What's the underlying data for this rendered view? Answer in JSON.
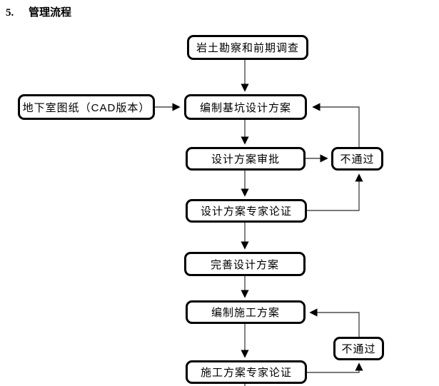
{
  "page": {
    "heading_number": "5.",
    "heading_text": "管理流程"
  },
  "flowchart": {
    "colors": {
      "box_border": "#000000",
      "box_fill": "#ffffff",
      "connector_line": "#4d4d4d",
      "arrowhead": "#000000",
      "text": "#000000",
      "background": "#ffffff"
    },
    "nodes": [
      {
        "id": "geotech-survey",
        "label": "岩土勘察和前期调查"
      },
      {
        "id": "basement-cad-drawing",
        "label": "地下室图纸（CAD版本）"
      },
      {
        "id": "pit-design-plan",
        "label": "编制基坑设计方案"
      },
      {
        "id": "design-approval",
        "label": "设计方案审批"
      },
      {
        "id": "not-passed-1",
        "label": "不通过"
      },
      {
        "id": "design-expert-review",
        "label": "设计方案专家论证"
      },
      {
        "id": "improve-design-plan",
        "label": "完善设计方案"
      },
      {
        "id": "construction-plan",
        "label": "编制施工方案"
      },
      {
        "id": "not-passed-2",
        "label": "不通过"
      },
      {
        "id": "construction-expert-review",
        "label": "施工方案专家论证"
      }
    ],
    "edges": [
      {
        "from": "geotech-survey",
        "to": "pit-design-plan"
      },
      {
        "from": "basement-cad-drawing",
        "to": "pit-design-plan"
      },
      {
        "from": "pit-design-plan",
        "to": "design-approval"
      },
      {
        "from": "design-approval",
        "to": "not-passed-1"
      },
      {
        "from": "not-passed-1",
        "to": "pit-design-plan"
      },
      {
        "from": "design-approval",
        "to": "design-expert-review"
      },
      {
        "from": "design-expert-review",
        "to": "not-passed-1"
      },
      {
        "from": "design-expert-review",
        "to": "improve-design-plan"
      },
      {
        "from": "improve-design-plan",
        "to": "construction-plan"
      },
      {
        "from": "construction-plan",
        "to": "construction-expert-review"
      },
      {
        "from": "construction-expert-review",
        "to": "not-passed-2"
      },
      {
        "from": "not-passed-2",
        "to": "construction-plan"
      },
      {
        "from": "construction-expert-review",
        "to": "continues-below"
      }
    ]
  }
}
